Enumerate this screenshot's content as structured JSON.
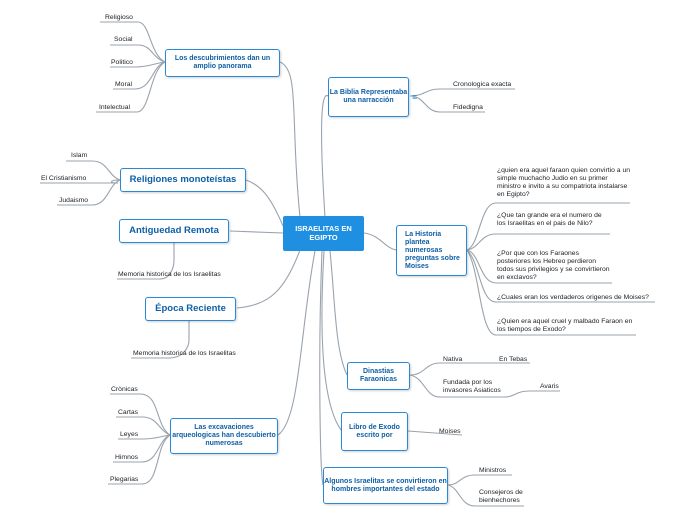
{
  "root": "ISRAELITAS EN EGIPTO",
  "left_topics": {
    "descubrimientos": {
      "label": "Los descubrimientos dan un amplio panorama",
      "leaves": [
        "Religioso",
        "Social",
        "Politico",
        "Moral",
        "Intelectual"
      ]
    },
    "religiones": {
      "label": "Religiones monoteístas",
      "leaves": [
        "Islam",
        "El Cristianismo",
        "Judaismo"
      ]
    },
    "antiguedad": {
      "label": "Antiguedad Remota",
      "leaves": [
        "Memoria historica de los Israelitas"
      ]
    },
    "epoca": {
      "label": "Época Reciente",
      "leaves": [
        "Memoria historica de los Israelitas"
      ]
    },
    "excavaciones": {
      "label": "Las excavaciones arqueologicas han descubierto numerosas",
      "leaves": [
        "Crònicas",
        "Cartas",
        "Leyes",
        "Himnos",
        "Plegarias"
      ]
    }
  },
  "right_topics": {
    "biblia": {
      "label": "La Biblia Representaba una narracción",
      "leaves": [
        "Cronologica exacta",
        "Fidedigna"
      ]
    },
    "historia": {
      "label": "La Historia plantea numerosas preguntas sobre Moises",
      "leaves": [
        "¿quien era aquel faraon quien convirtio a un simple muchacho Judio en su primer ministro e invito a su compatriota instalarse en Egipto?",
        "¿Que tan grande era el numero de los Israelitas en el pais de Nilo?",
        "¿Por que con los Faraones posteriores los Hebreo perdieron todos sus privilegios y se convirtieron en exclavos?",
        "¿Cuales eran los verdaderos origenes de Moises?",
        "¿Quien era aquel cruel y malbado Faraon en los tiempos de Exodo?"
      ]
    },
    "dinastias": {
      "label": "Dinastias Faraonicas",
      "leaves": [
        "Nativa",
        "Fundada por los invasores Asiaticos"
      ],
      "subleaves": [
        "En Tebas",
        "Avaris"
      ]
    },
    "exodo": {
      "label": "Libro de Exodo escrito por",
      "leaves": [
        "Moises"
      ]
    },
    "israelitas": {
      "label": "Algunos Israelitas se convirtieron en hombres importantes del estado",
      "leaves": [
        "Ministros",
        "Consejeros de bienhechores"
      ]
    }
  },
  "colors": {
    "root_fill": "#1e8fe1",
    "border": "#2a89d6",
    "label": "#0d5fa6",
    "connector": "#9aa3ad"
  },
  "icons": {
    "notes": "menu-lines-icon"
  }
}
